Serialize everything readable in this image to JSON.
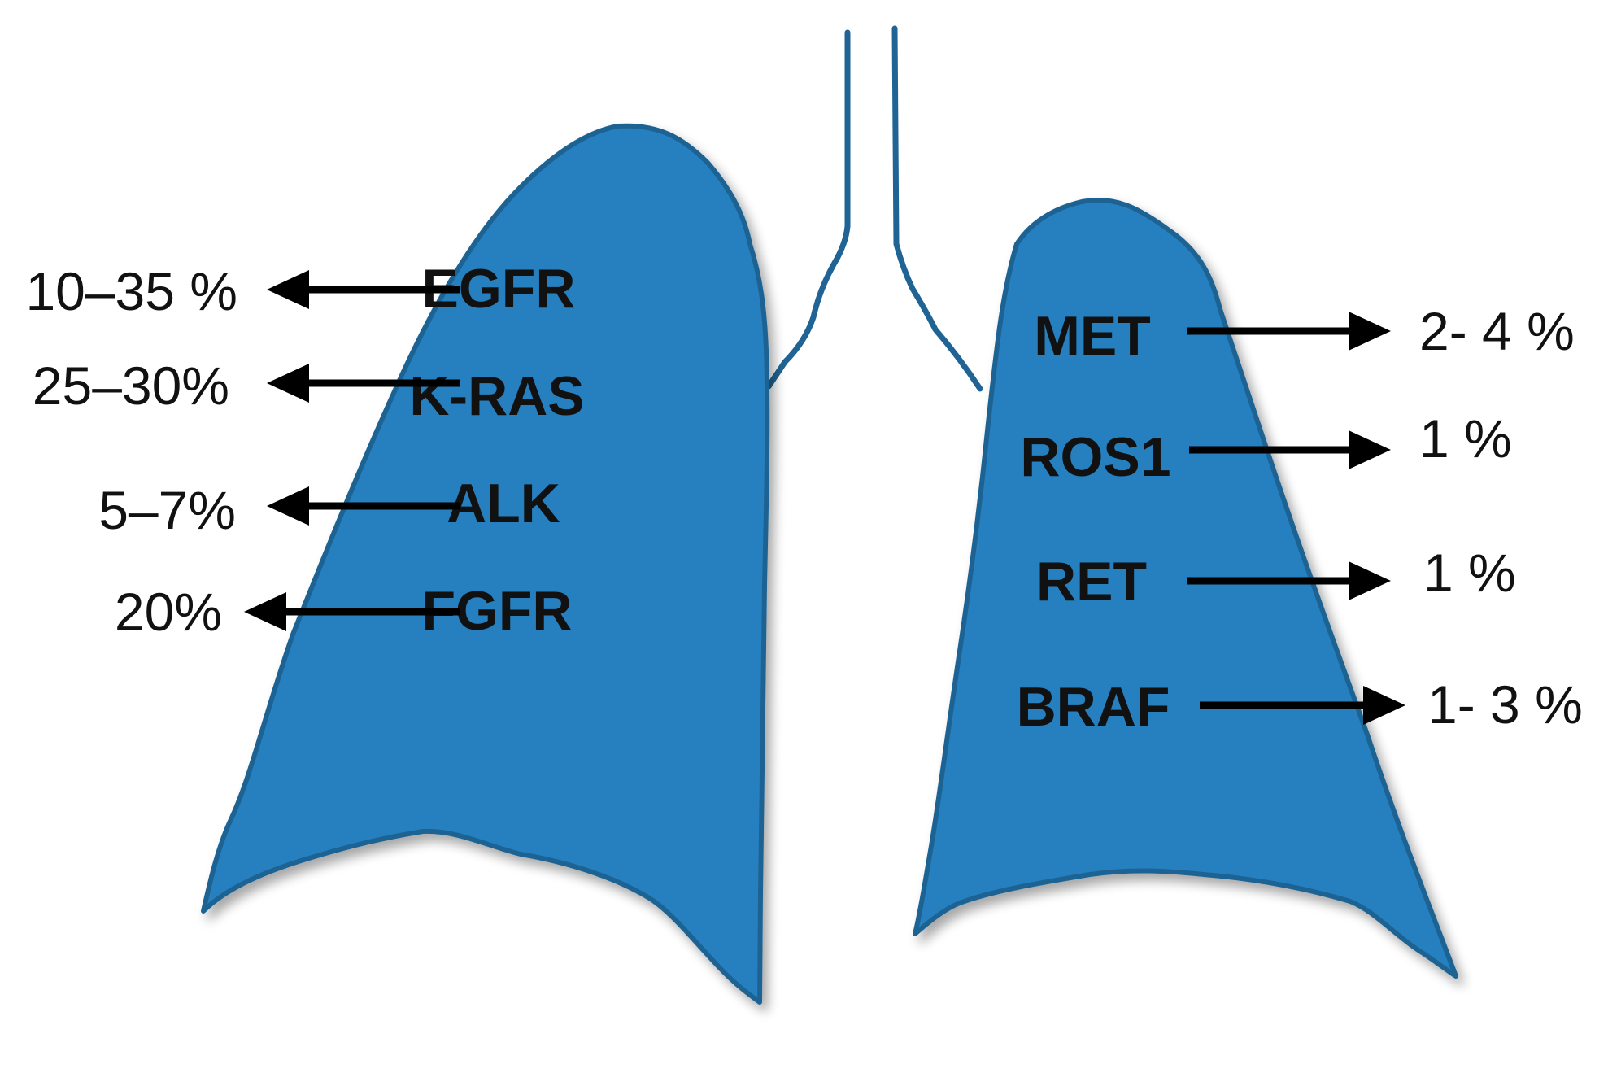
{
  "colors": {
    "lung_fill": "#2780bf",
    "lung_stroke": "#1f6494",
    "text": "#111111",
    "arrow": "#000000"
  },
  "left_lung": {
    "markers": [
      {
        "gene": "EGFR",
        "frequency": "10–35 %"
      },
      {
        "gene": "K-RAS",
        "frequency": "25–30%"
      },
      {
        "gene": "ALK",
        "frequency": "5–7%"
      },
      {
        "gene": "FGFR",
        "frequency": "20%"
      }
    ]
  },
  "right_lung": {
    "markers": [
      {
        "gene": "MET",
        "frequency": "2- 4 %"
      },
      {
        "gene": "ROS1",
        "frequency": "1 %"
      },
      {
        "gene": "RET",
        "frequency": "1 %"
      },
      {
        "gene": "BRAF",
        "frequency": "1- 3 %"
      }
    ]
  }
}
